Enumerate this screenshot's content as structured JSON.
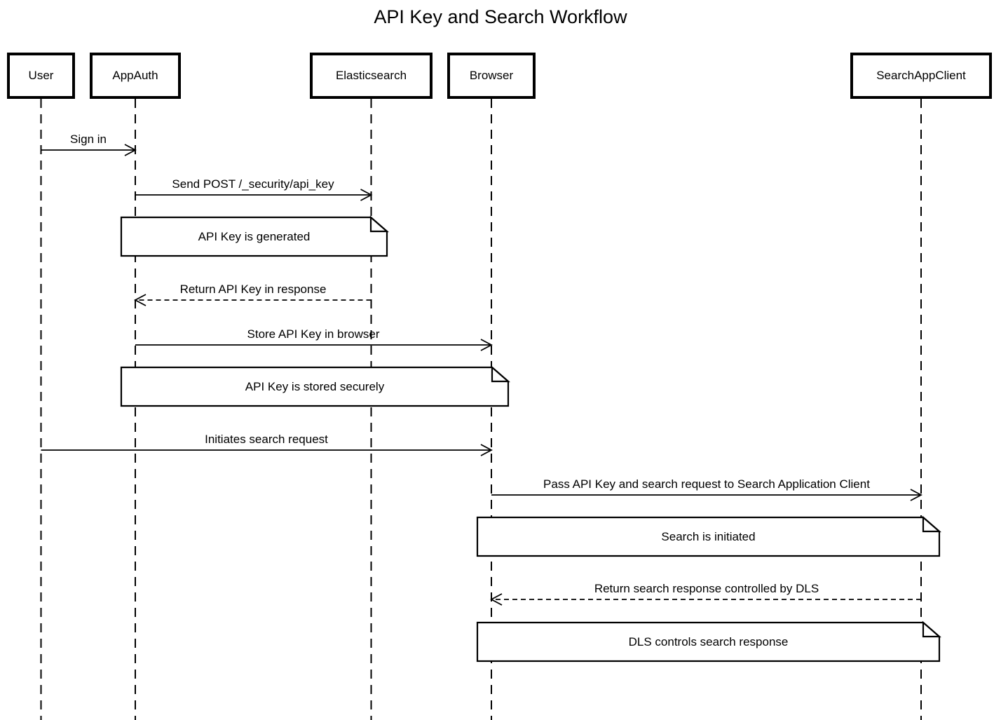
{
  "title": "API Key and Search Workflow",
  "diagram": {
    "type": "sequence-diagram",
    "colors": {
      "line": "#000000",
      "text": "#000000",
      "background": "#ffffff",
      "note_fill": "#ffffff"
    },
    "actors": [
      {
        "name": "User"
      },
      {
        "name": "AppAuth"
      },
      {
        "name": "Elasticsearch"
      },
      {
        "name": "Browser"
      },
      {
        "name": "SearchAppClient"
      }
    ],
    "messages": [
      {
        "kind": "message",
        "from": "User",
        "to": "AppAuth",
        "style": "solid",
        "label": "Sign in"
      },
      {
        "kind": "message",
        "from": "AppAuth",
        "to": "Elasticsearch",
        "style": "solid",
        "label": "Send POST /_security/api_key"
      },
      {
        "kind": "note",
        "over": "AppAuth,Elasticsearch",
        "label": "API Key is generated"
      },
      {
        "kind": "message",
        "from": "Elasticsearch",
        "to": "AppAuth",
        "style": "dashed",
        "label": "Return API Key in response"
      },
      {
        "kind": "message",
        "from": "AppAuth",
        "to": "Browser",
        "style": "solid",
        "label": "Store API Key in browser"
      },
      {
        "kind": "note",
        "over": "AppAuth,Browser",
        "label": "API Key is stored securely"
      },
      {
        "kind": "message",
        "from": "User",
        "to": "Browser",
        "style": "solid",
        "label": "Initiates search request"
      },
      {
        "kind": "message",
        "from": "Browser",
        "to": "SearchAppClient",
        "style": "solid",
        "label": "Pass API Key and search request to Search Application Client"
      },
      {
        "kind": "note",
        "over": "Browser,SearchAppClient",
        "label": "Search is initiated"
      },
      {
        "kind": "message",
        "from": "SearchAppClient",
        "to": "Browser",
        "style": "dashed",
        "label": "Return search response controlled by DLS"
      },
      {
        "kind": "note",
        "over": "Browser,SearchAppClient",
        "label": "DLS controls search response"
      }
    ]
  }
}
